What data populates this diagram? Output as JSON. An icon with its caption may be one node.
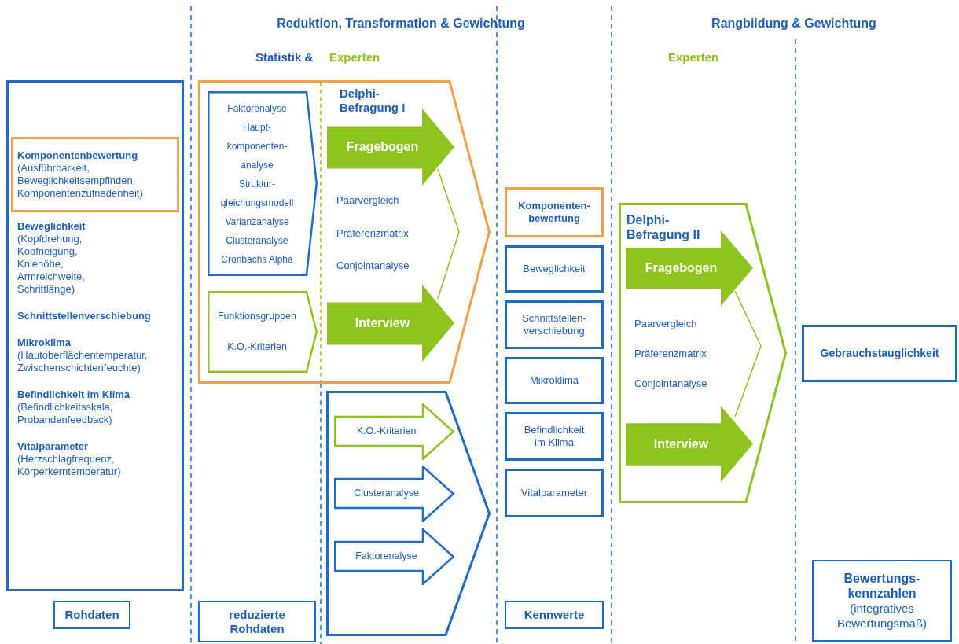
{
  "diagram": {
    "nodes": [
      {
        "text": [
          "Beweglichkeit",
          "(Kopfdrehung, Kopfneigung, Kniehöhe, Armreichweite, Schrittlänge)",
          "Schnittstellenverschiebung",
          "Mikroklima",
          "(Hautoberflächentemperatur, Zwischenschichtenfeuchte)",
          "Befindlichkeit im Klima",
          "(Befindlichkeitsskala, Probandenfeedback)",
          "Vitalparameter",
          "(Herzschlagfrequenz, Körperkerntemperatur)"
        ]
      },
      {
        "text": [
          "Komponentenbewertung",
          "(Ausführbarkeit, Beweglichkeitsempfinden, Komponentenzufriedenheit)"
        ],
        "in": 0
      },
      {
        "text": [
          "Rohdaten"
        ]
      },
      {
        "text": [
          "reduzierte Rohdaten"
        ]
      },
      {
        "text": [
          "Delphi- Befragung I",
          "Paarvergleich",
          "Präferenzmatrix",
          "Conjointanalyse"
        ]
      },
      {
        "text": [
          "Faktorenalyse",
          "Haupt- komponenten- analyse",
          "Struktur- gleichungsmodell",
          "Varianzanalyse",
          "Clusteranalyse",
          "Cronbachs Alpha"
        ],
        "in": 4
      },
      {
        "text": [
          "Funktionsgruppen",
          "K.O.-Kriterien"
        ],
        "in": 4
      },
      {
        "text": [
          "Fragebogen"
        ],
        "in": 4
      },
      {
        "text": [
          "Interview"
        ],
        "in": 4
      },
      {
        "text": [],
        "shape": "pentagon"
      },
      {
        "text": [
          "K.O.-Kriterien"
        ],
        "in": 9
      },
      {
        "text": [
          "Clusteranalyse"
        ],
        "in": 9
      },
      {
        "text": [
          "Faktorenalyse"
        ],
        "in": 9
      },
      {
        "text": [
          "Komponenten- bewertung"
        ]
      },
      {
        "text": [
          "Beweglichkeit"
        ]
      },
      {
        "text": [
          "Schnittstellen- verschiebung"
        ]
      },
      {
        "text": [
          "Mikroklima"
        ]
      },
      {
        "text": [
          "Befindlichkeit im Klima"
        ]
      },
      {
        "text": [
          "Vitalparameter"
        ]
      },
      {
        "text": [
          "Kennwerte"
        ]
      },
      {
        "text": [
          "Delphi- Befragung II",
          "Paarvergleich",
          "Präferenzmatrix",
          "Conjointanalyse"
        ]
      },
      {
        "text": [
          "Fragebogen"
        ],
        "in": 20
      },
      {
        "text": [
          "Interview"
        ],
        "in": 20
      },
      {
        "text": [
          "Gebrauchstauglichkeit"
        ]
      },
      {
        "text": [
          "Bewertungs- kennzahlen",
          "(integratives Bewertungsmaß)"
        ]
      }
    ],
    "labels": [
      "Reduktion, Transformation & Gewichtung",
      "Rangbildung & Gewichtung",
      "Statistik &",
      "Experten",
      "Experten"
    ]
  }
}
